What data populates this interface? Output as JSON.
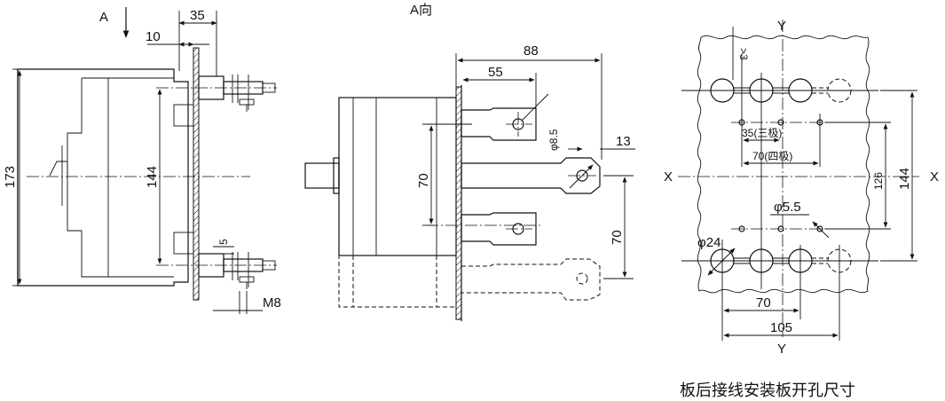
{
  "diagram": {
    "view_direction_label": "A",
    "view_a_title": "A向",
    "caption": "板后接线安装板开孔尺寸",
    "side_view": {
      "dim_top_width": "35",
      "dim_top_offset": "10",
      "dim_overall_height": "173",
      "dim_terminal_pitch": "144",
      "dim_small": "5",
      "thread_label": "M8"
    },
    "front_view": {
      "dim_overall_depth": "88",
      "dim_terminal_reach": "55",
      "dim_hole_dia": "φ8.5",
      "dim_hole_edge": "13",
      "dim_pitch_left": "70",
      "dim_pitch_right": "70"
    },
    "panel_cutout": {
      "axis_x": "X",
      "axis_y": "Y",
      "dim_min_gap": ">3",
      "dim_three_pole": "35(三极)",
      "dim_four_pole": "70(四极)",
      "dim_inner_height": "126",
      "dim_outer_height": "144",
      "dim_small_hole": "φ5.5",
      "dim_large_hole": "φ24",
      "dim_spacing_70": "70",
      "dim_spacing_105": "105"
    }
  }
}
